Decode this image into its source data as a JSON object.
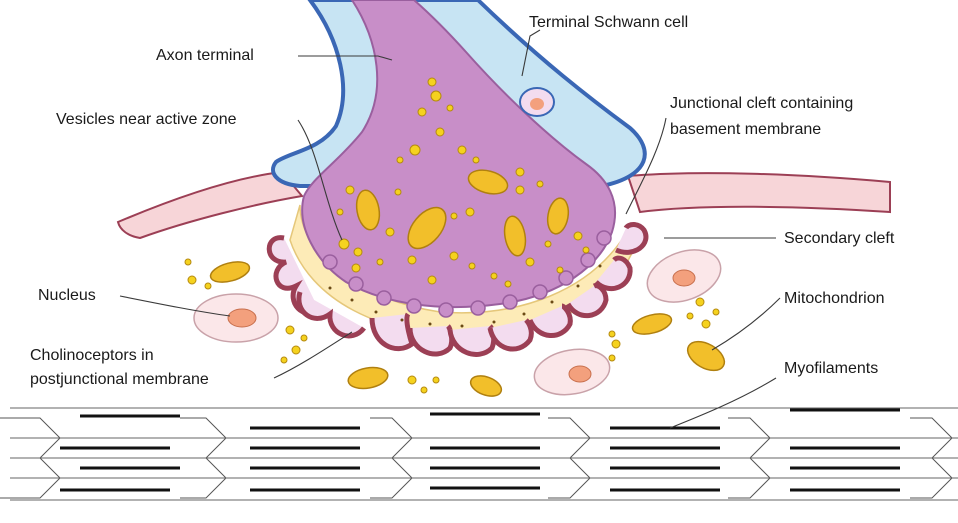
{
  "colors": {
    "axon": "#c88ec8",
    "axon_edge": "#9a5f9e",
    "schwann_light": "#c7e4f3",
    "schwann_dark": "#3a67b5",
    "muscle_membrane": "#ef8fa0",
    "muscle_membrane_edge": "#9c3f55",
    "junctional_fold_inner": "#f3dcef",
    "basement_membrane": "#fdebb7",
    "mitochondrion": "#f2bf2a",
    "vesicle": "#f5d21e",
    "nucleus": "#f3a07d",
    "cell_fill": "#fbe7e9"
  },
  "labels": {
    "axon_terminal": "Axon terminal",
    "terminal_schwann_cell": "Terminal Schwann cell",
    "vesicles_near_active_zone": "Vesicles near active zone",
    "junctional_cleft_line1": "Junctional cleft containing",
    "junctional_cleft_line2": "basement membrane",
    "secondary_cleft": "Secondary cleft",
    "nucleus": "Nucleus",
    "mitochondrion": "Mitochondrion",
    "cholinoceptors_line1": "Cholinoceptors in",
    "cholinoceptors_line2": "postjunctional membrane",
    "myofilaments": "Myofilaments"
  }
}
